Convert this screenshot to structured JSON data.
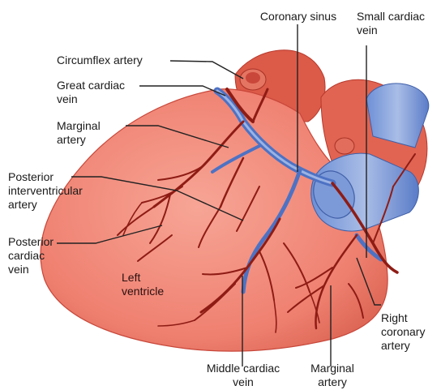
{
  "labels": {
    "coronary_sinus": "Coronary sinus",
    "small_cardiac_vein": "Small cardiac\nvein",
    "circumflex_artery": "Circumflex artery",
    "great_cardiac_vein": "Great cardiac\nvein",
    "marginal_artery_left": "Marginal\nartery",
    "posterior_interventricular_artery": "Posterior\ninterventricular\nartery",
    "posterior_cardiac_vein": "Posterior\ncardiac\nvein",
    "left_ventricle": "Left\nventricle",
    "right_coronary_artery": "Right\ncoronary\nartery",
    "middle_cardiac_vein": "Middle cardiac\nvein",
    "marginal_artery_bottom": "Marginal\nartery"
  },
  "colors": {
    "heart": "#ef8070",
    "heart_dark": "#c8473a",
    "atrium": "#dc5a48",
    "vein": "#4d72c4",
    "vein_light": "#8fa9dc",
    "artery": "#b3241c",
    "leader": "#222222"
  }
}
